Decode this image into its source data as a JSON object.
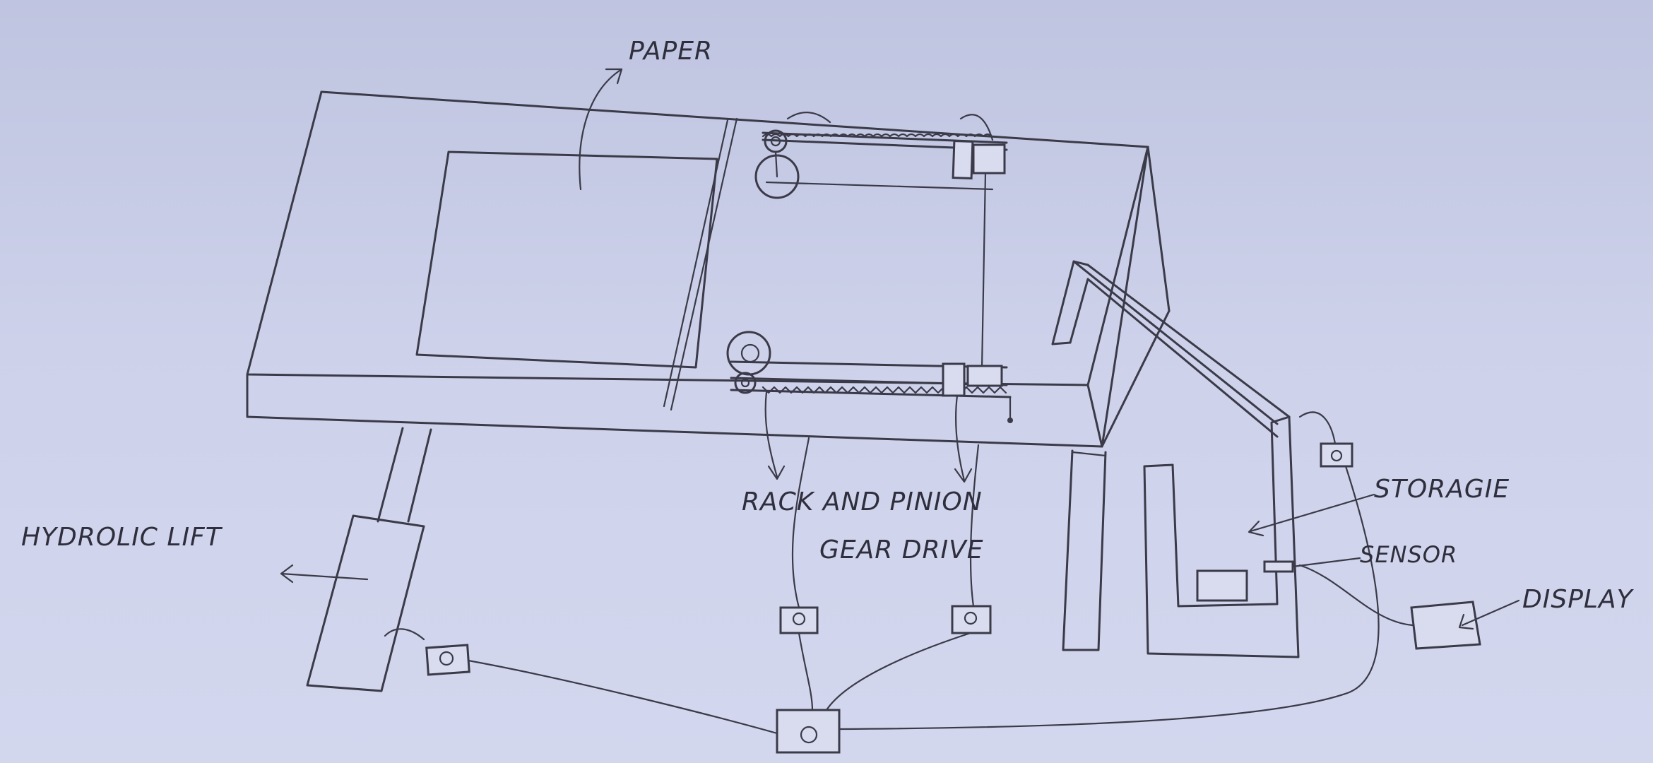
{
  "labels": {
    "paper": "PAPER",
    "rack_line1": "RACK AND PINION",
    "rack_line2": "GEAR DRIVE",
    "hydraulic": "HYDROLIC LIFT",
    "storage": "STORAGIE",
    "sensor": "SENSOR",
    "display": "DISPLAY"
  },
  "colors": {
    "paper_bg": "#c9cde6",
    "pencil": "#3a3a48"
  }
}
